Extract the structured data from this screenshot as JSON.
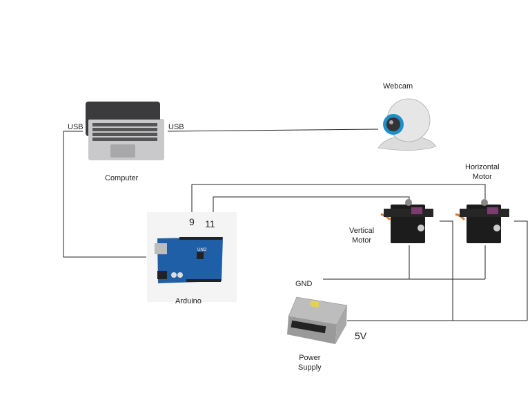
{
  "labels": {
    "webcam": "Webcam",
    "computer": "Computer",
    "arduino": "Arduino",
    "horizontal_motor_line1": "Horizontal",
    "horizontal_motor_line2": "Motor",
    "vertical_motor_line1": "Vertical",
    "vertical_motor_line2": "Motor",
    "power_supply_line1": "Power",
    "power_supply_line2": "Supply",
    "usb_left": "USB",
    "usb_right": "USB",
    "pin_9": "9",
    "pin_11": "11",
    "gnd": "GND",
    "v5": "5V"
  },
  "colors": {
    "wire": "#222222",
    "arduino_board": "#1f5fa8",
    "servo": "#1c1c1c",
    "webcam_lens": "#1e8fc8"
  }
}
